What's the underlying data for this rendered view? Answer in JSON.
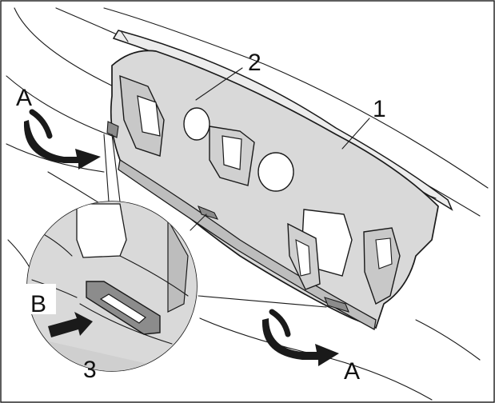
{
  "callouts": {
    "label_1": "1",
    "label_2": "2",
    "label_3": "3",
    "label_a_top": "A",
    "label_a_bottom": "A",
    "label_b": "B"
  },
  "colors": {
    "panel_fill": "#d9d9d9",
    "panel_shadow": "#bdbdbd",
    "detail_fill": "#c8c8c8",
    "detail_dark": "#8c8c8c",
    "arrow_fill": "#1a1a1a",
    "line": "#1a1a1a",
    "background": "#ffffff"
  }
}
